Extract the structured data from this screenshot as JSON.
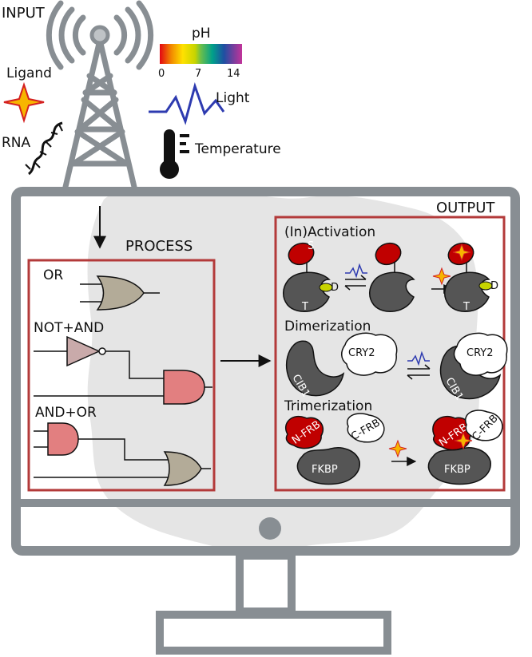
{
  "input": {
    "title": "INPUT",
    "ligand_label": "Ligand",
    "rna_label": "RNA",
    "ph_label": "pH",
    "ph_ticks": [
      "0",
      "7",
      "14"
    ],
    "light_label": "Light",
    "temperature_label": "Temperature"
  },
  "process": {
    "title": "PROCESS",
    "gate_or": "OR",
    "gate_not_and": "NOT+AND",
    "gate_and_or": "AND+OR"
  },
  "output": {
    "title": "OUTPUT",
    "activation_title": "(In)Activation",
    "dimerization_title": "Dimerization",
    "trimerization_title": "Trimerization",
    "letter_s": "S",
    "letter_t": "T",
    "letter_d": "D",
    "cry2_label": "CRY2",
    "cib1_label": "CIB1",
    "n_frb_label": "N-FRB",
    "c_frb_label": "C-FRB",
    "fkbp_label": "FKBP"
  },
  "colors": {
    "monitor": "#888e93",
    "frame_red": "#b33a3a",
    "protein_red": "#c00000",
    "protein_dark": "#555555",
    "gate_tan": "#b3ab98",
    "gate_pink": "#e27f80",
    "not_gate": "#c9aaaa",
    "light_wave": "#2e3bb0",
    "star_fill": "#f7b500",
    "star_edge": "#d42020"
  }
}
